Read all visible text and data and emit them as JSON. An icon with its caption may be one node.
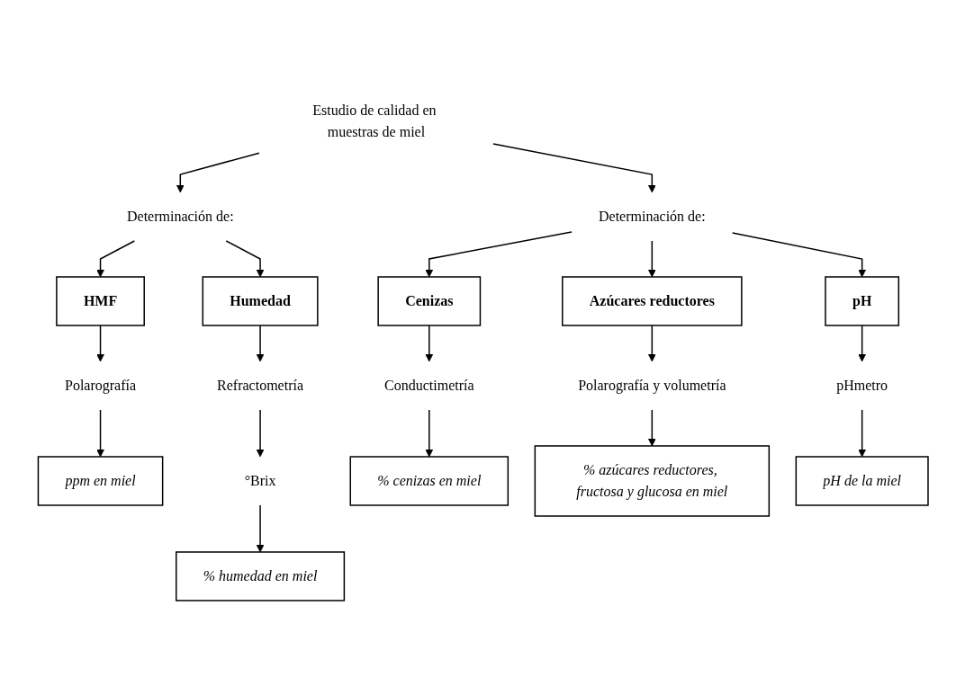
{
  "diagram": {
    "nodes": [
      {
        "text": [
          "Estudio de calidad en muestras de miel"
        ]
      },
      {
        "text": [
          "Determinación de:"
        ]
      },
      {
        "text": [
          "Determinación de:"
        ]
      },
      {
        "text": [
          "HMF"
        ]
      },
      {
        "text": [
          "Humedad"
        ]
      },
      {
        "text": [
          "Cenizas"
        ]
      },
      {
        "text": [
          "Azúcares reductores"
        ]
      },
      {
        "text": [
          "pH"
        ]
      },
      {
        "text": [
          "Polarografía"
        ]
      },
      {
        "text": [
          "Refractometría"
        ]
      },
      {
        "text": [
          "Conductimetría"
        ]
      },
      {
        "text": [
          "Polarografía y volumetría"
        ]
      },
      {
        "text": [
          "pHmetro"
        ]
      },
      {
        "text": [
          "ppm en miel"
        ]
      },
      {
        "text": [
          "°Brix"
        ]
      },
      {
        "text": [
          "% cenizas en miel"
        ]
      },
      {
        "text": [
          "% azúcares reductores, fructosa y glucosa en miel"
        ]
      },
      {
        "text": [
          "pH de la miel"
        ]
      },
      {
        "text": [
          "% humedad en miel"
        ]
      }
    ],
    "edges": [
      {
        "from": 0,
        "to": 1,
        "arrow": "to"
      },
      {
        "from": 0,
        "to": 2,
        "arrow": "to"
      },
      {
        "from": 1,
        "to": 3,
        "arrow": "to"
      },
      {
        "from": 1,
        "to": 4,
        "arrow": "to"
      },
      {
        "from": 2,
        "to": 5,
        "arrow": "to"
      },
      {
        "from": 2,
        "to": 6,
        "arrow": "to"
      },
      {
        "from": 2,
        "to": 7,
        "arrow": "to"
      },
      {
        "from": 3,
        "to": 8,
        "arrow": "to"
      },
      {
        "from": 4,
        "to": 9,
        "arrow": "to"
      },
      {
        "from": 5,
        "to": 10,
        "arrow": "to"
      },
      {
        "from": 6,
        "to": 11,
        "arrow": "to"
      },
      {
        "from": 7,
        "to": 12,
        "arrow": "to"
      },
      {
        "from": 8,
        "to": 13,
        "arrow": "to"
      },
      {
        "from": 9,
        "to": 14,
        "arrow": "to"
      },
      {
        "from": 10,
        "to": 15,
        "arrow": "to"
      },
      {
        "from": 11,
        "to": 16,
        "arrow": "to"
      },
      {
        "from": 12,
        "to": 17,
        "arrow": "to"
      },
      {
        "from": 14,
        "to": 18,
        "arrow": "to"
      }
    ]
  }
}
